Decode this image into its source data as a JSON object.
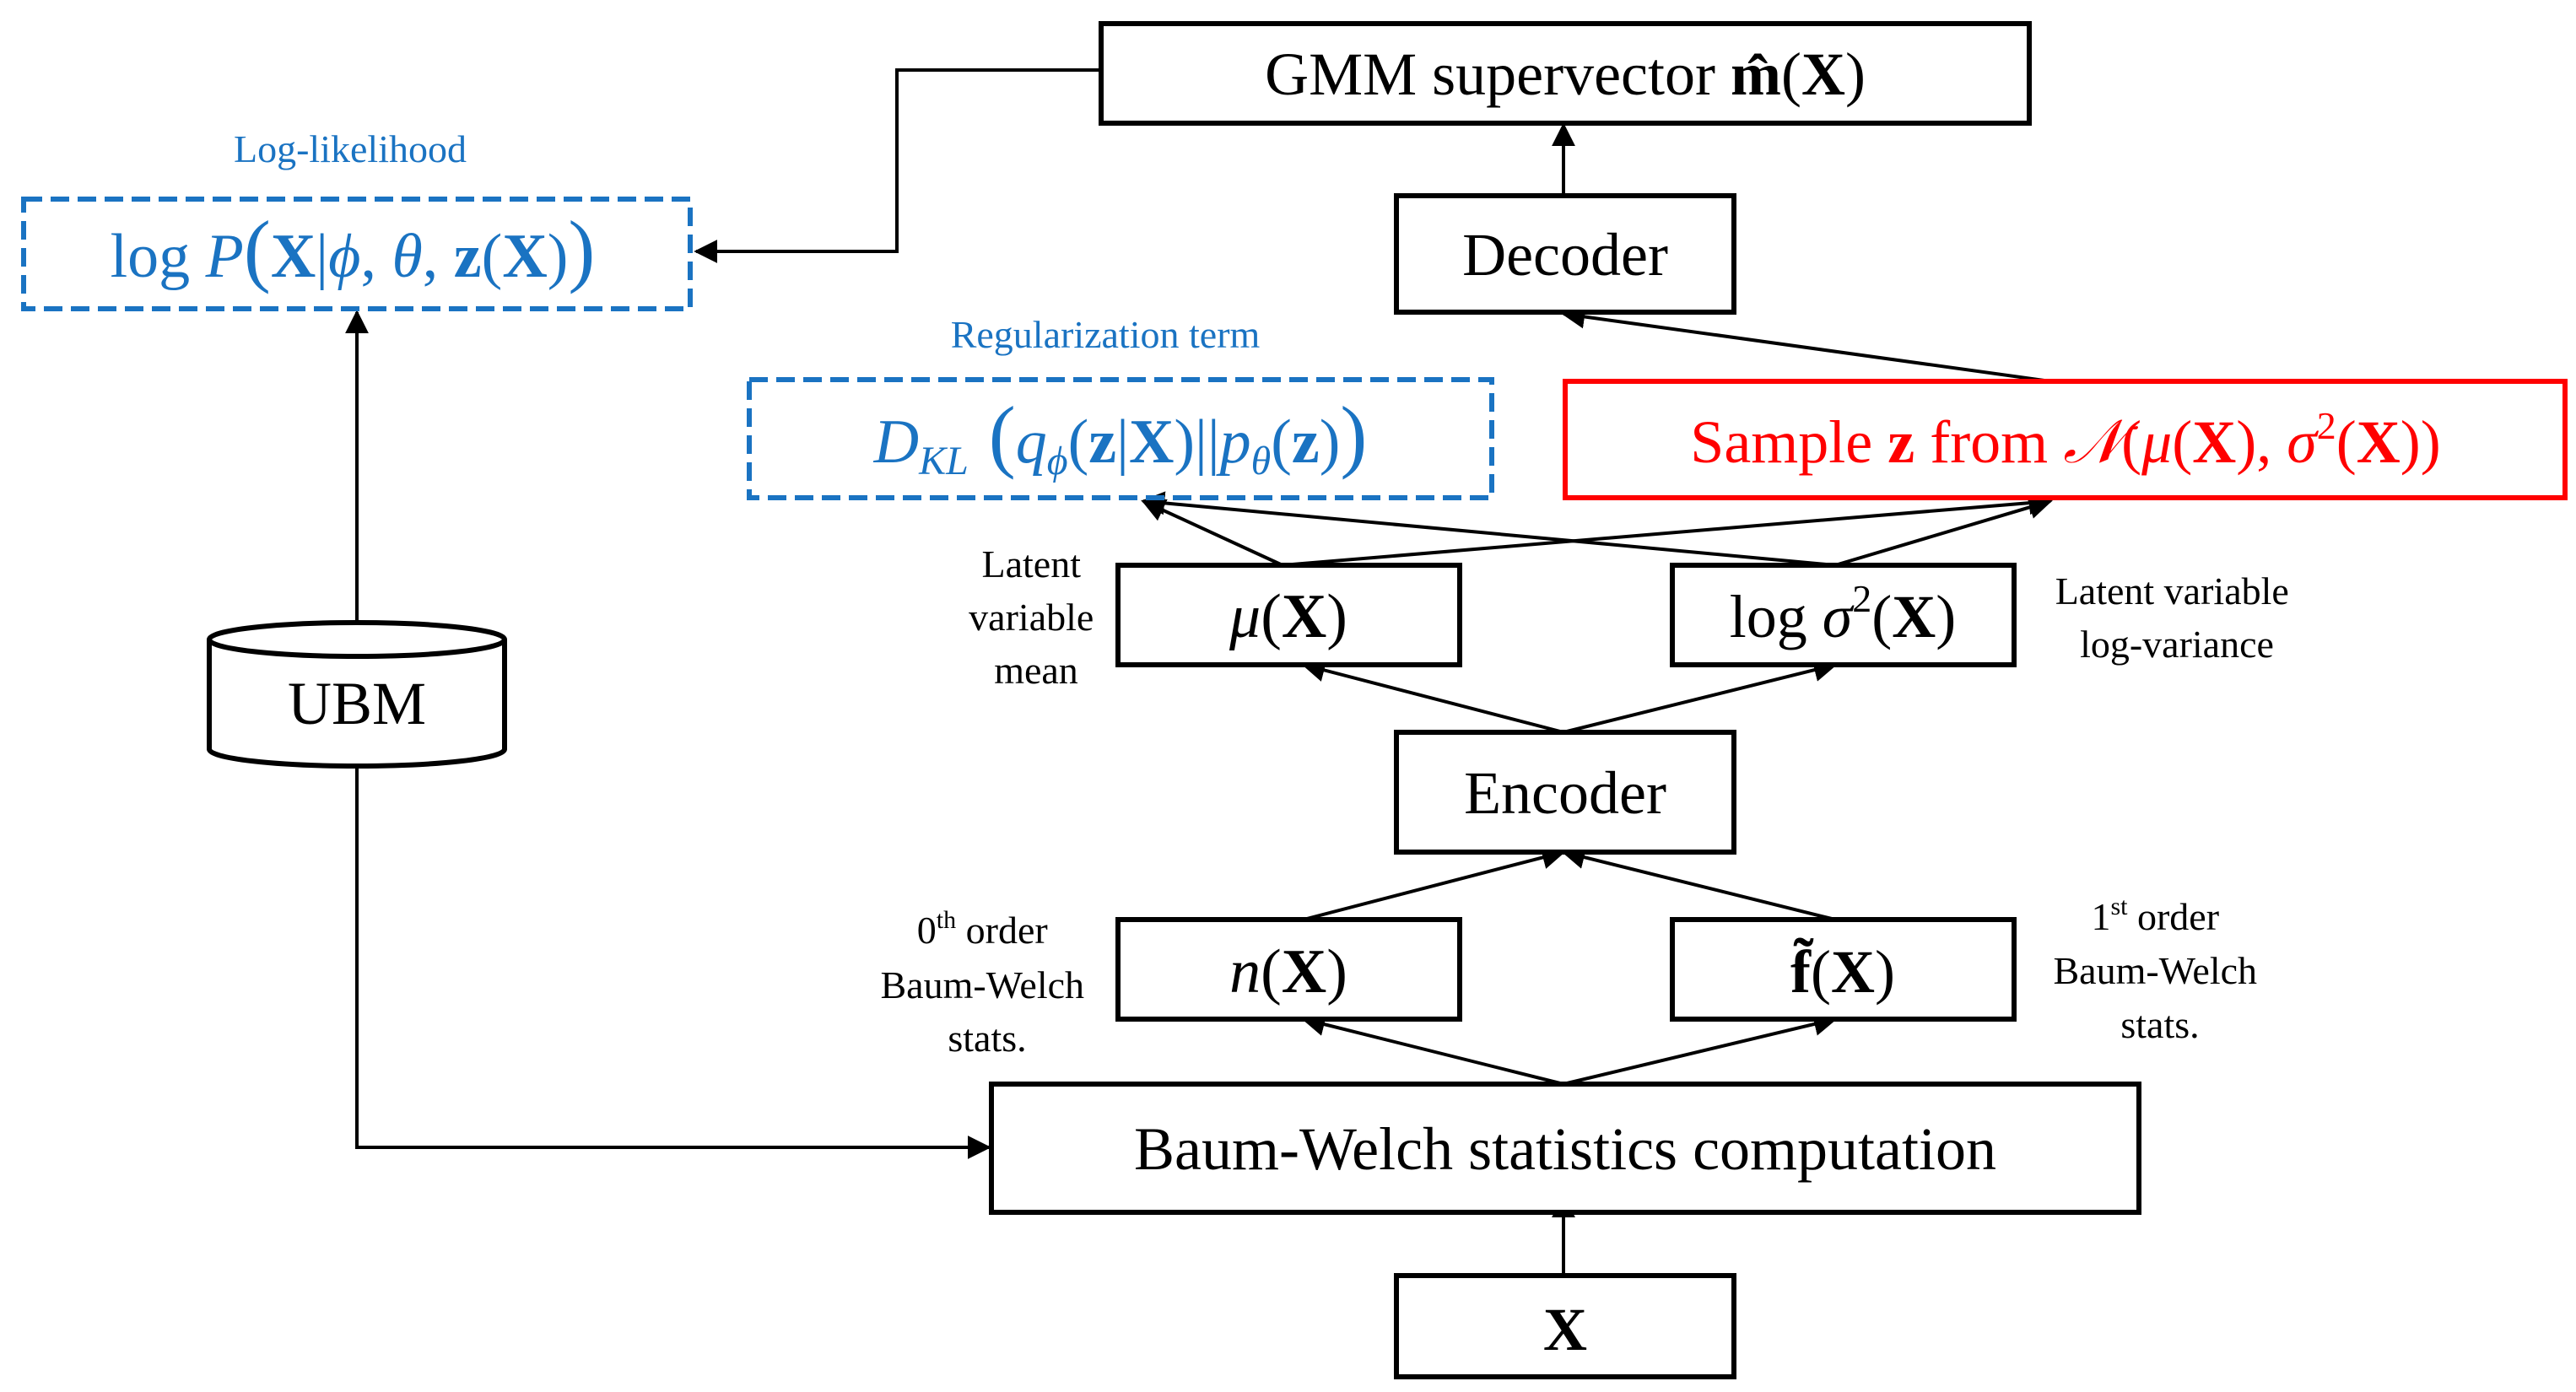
{
  "colors": {
    "blue": "#1a73c2",
    "red": "#ff0000",
    "black": "#000000"
  },
  "nodes": {
    "gmm": {
      "label": "GMM supervector m̂(X)"
    },
    "decoder": {
      "label": "Decoder"
    },
    "sample": {
      "label": "Sample z from 𝒩(μ(X), σ²(X))"
    },
    "kl": {
      "label": "D_KL(q_ϕ(z|X)||p_θ(z))"
    },
    "loglik": {
      "label": "log P(X|ϕ, θ, z(X))"
    },
    "mu": {
      "label": "μ(X)"
    },
    "logsigma": {
      "label": "log σ²(X)"
    },
    "encoder": {
      "label": "Encoder"
    },
    "n": {
      "label": "n(X)"
    },
    "f": {
      "label": "f̃(X)"
    },
    "bw": {
      "label": "Baum-Welch statistics computation"
    },
    "x": {
      "label": "X"
    },
    "ubm": {
      "label": "UBM"
    }
  },
  "annotations": {
    "loglik_title": "Log-likelihood",
    "reg_title": "Regularization term",
    "latent_mean": [
      "Latent",
      "variable",
      "mean"
    ],
    "latent_logvar": [
      "Latent variable",
      "log-variance"
    ],
    "zeroth_order": [
      "0th order",
      "Baum-Welch",
      "stats."
    ],
    "first_order": [
      "1st order",
      "Baum-Welch",
      "stats."
    ]
  }
}
